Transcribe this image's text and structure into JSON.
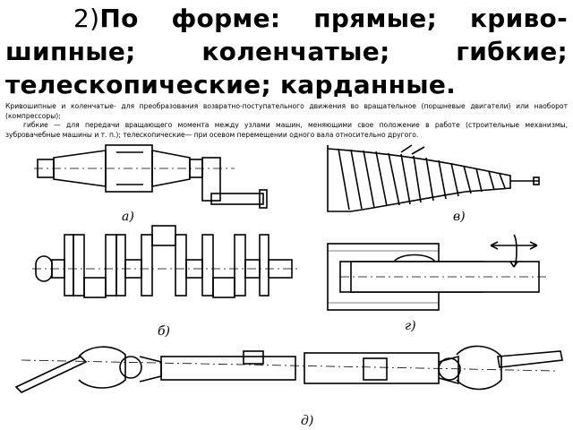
{
  "heading": {
    "number": "2)",
    "text": "По форме: прямые; криво-шипные; коленчатые; гибкие; телескопические; карданные."
  },
  "paragraphs": [
    "Кривошипные и коленчатые- для преобразования возвратно-поступательного движения во вращательное (поршневые двигатели) или наоборот (компрессоры);",
    "гибкие — для передачи вращающего момента между узлами машин, меняющими свое положение в работе (строительные механизмы, зубровачебные машины и т. п.); телескопические— при осевом перемещении одного вала относительно другого."
  ],
  "figure": {
    "labels": {
      "a": "а)",
      "b": "б)",
      "v": "в)",
      "g": "г)",
      "d": "д)"
    }
  }
}
